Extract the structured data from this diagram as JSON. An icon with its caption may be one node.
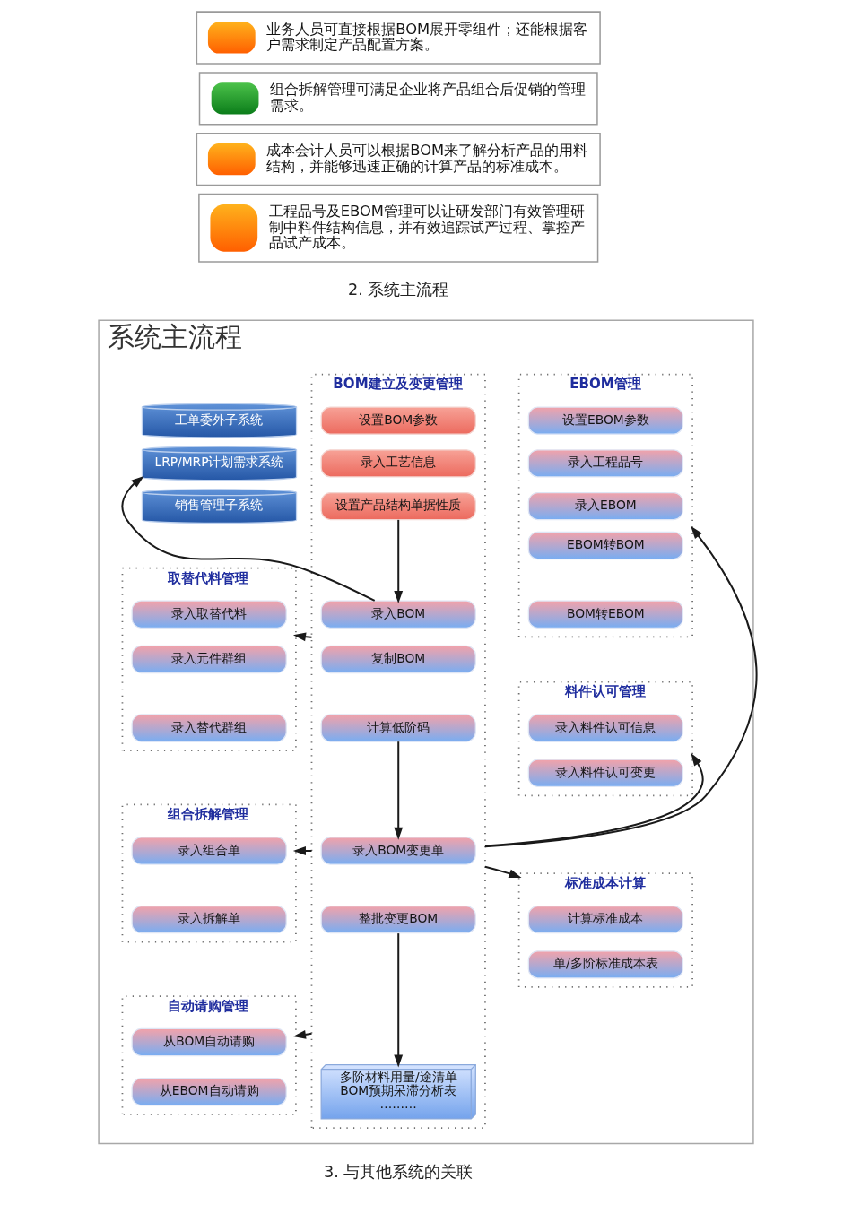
{
  "diagram": {
    "nodes": [
      {
        "text": [
          "业务人员可直接根据BOM展开零组件；还能根据客户需求制定产品配置方案。"
        ]
      },
      {
        "text": [
          "组合拆解管理可满足企业将产品组合后促销的管理需求。"
        ]
      },
      {
        "text": [
          "成本会计人员可以根据BOM来了解分析产品的用料结构，并能够迅速正确的计算产品的标准成本。"
        ]
      },
      {
        "text": [
          "工程品号及EBOM管理可以让研发部门有效管理研制中料件结构信息，并有效追踪试产过程、掌控产品试产成本。"
        ]
      },
      {
        "text": [
          "系统主流程"
        ]
      },
      {
        "text": [
          "EBOM管理"
        ],
        "in": 4
      },
      {
        "text": [
          "设置EBOM参数"
        ],
        "in": 5
      },
      {
        "text": [
          "录入工程品号"
        ],
        "in": 5
      },
      {
        "text": [
          "录入EBOM"
        ],
        "in": 5
      },
      {
        "text": [
          "EBOM转BOM"
        ],
        "in": 5
      },
      {
        "text": [
          "BOM转EBOM"
        ],
        "in": 5
      },
      {
        "text": [
          "料件认可管理"
        ],
        "in": 4
      },
      {
        "text": [
          "录入料件认可信息"
        ],
        "in": 11
      },
      {
        "text": [
          "录入料件认可变更"
        ],
        "in": 11
      },
      {
        "text": [
          "标准成本计算"
        ],
        "in": 4
      },
      {
        "text": [
          "计算标准成本"
        ],
        "in": 14
      },
      {
        "text": [
          "单/多阶标准成本表"
        ],
        "in": 14
      },
      {
        "text": [
          "BOM建立及变更管理"
        ],
        "in": 4
      },
      {
        "text": [
          "设置BOM参数"
        ],
        "in": 17
      },
      {
        "text": [
          "录入工艺信息"
        ],
        "in": 17
      },
      {
        "text": [
          "设置产品结构单据性质"
        ],
        "in": 17
      },
      {
        "text": [
          "录入BOM"
        ],
        "in": 17
      },
      {
        "text": [
          "复制BOM"
        ],
        "in": 17
      },
      {
        "text": [
          "计算低阶码"
        ],
        "in": 17
      },
      {
        "text": [
          "录入BOM变更单"
        ],
        "in": 17
      },
      {
        "text": [
          "整批变更BOM"
        ],
        "in": 17
      },
      {
        "text": [
          "多阶材料用量/途清单",
          "BOM预期呆滞分析表",
          "………"
        ],
        "in": 17
      },
      {
        "text": [
          "工单委外子系统"
        ],
        "in": 4
      },
      {
        "text": [
          "LRP/MRP计划需求系统"
        ],
        "in": 4
      },
      {
        "text": [
          "销售管理子系统"
        ],
        "in": 4
      },
      {
        "text": [
          "取替代料管理"
        ],
        "in": 4
      },
      {
        "text": [
          "录入取替代料"
        ],
        "in": 30
      },
      {
        "text": [
          "录入元件群组"
        ],
        "in": 30
      },
      {
        "text": [
          "录入替代群组"
        ],
        "in": 30
      },
      {
        "text": [
          "组合拆解管理"
        ],
        "in": 4
      },
      {
        "text": [
          "录入组合单"
        ],
        "in": 34
      },
      {
        "text": [
          "录入拆解单"
        ],
        "in": 34
      },
      {
        "text": [
          "自动请购管理"
        ],
        "in": 4
      },
      {
        "text": [
          "从BOM自动请购"
        ],
        "in": 37
      },
      {
        "text": [
          "从EBOM自动请购"
        ],
        "in": 37
      }
    ],
    "edges": [
      {
        "from": 20,
        "to": 21,
        "arrow": "to"
      },
      {
        "from": 21,
        "to": 28,
        "arrow": "to"
      },
      {
        "from": 23,
        "to": 24,
        "arrow": "to"
      },
      {
        "from": 25,
        "to": 26,
        "arrow": "to"
      },
      {
        "from": 17,
        "to": 5,
        "arrow": "to"
      },
      {
        "from": 17,
        "to": 11,
        "arrow": "to"
      },
      {
        "from": 17,
        "to": 14,
        "arrow": "to"
      },
      {
        "from": 17,
        "to": 30,
        "arrow": "to"
      },
      {
        "from": 17,
        "to": 34,
        "arrow": "to"
      },
      {
        "from": 17,
        "to": 37,
        "arrow": "to"
      }
    ],
    "labels": [
      "2. 系统主流程",
      "3. 与其他系统的关联"
    ]
  }
}
